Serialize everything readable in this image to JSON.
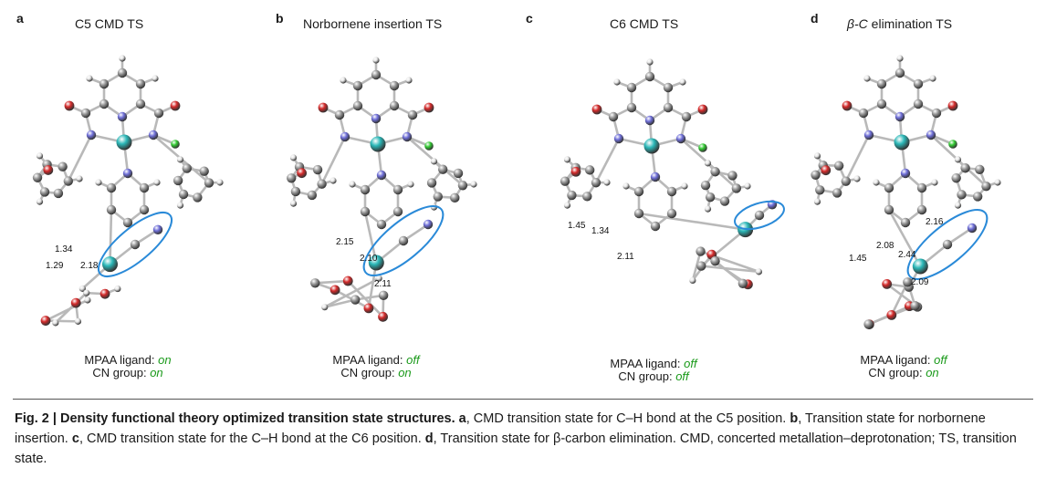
{
  "panels": [
    {
      "id": "a",
      "letter": "a",
      "title_prefix": "",
      "title_italic": "",
      "title": "C5 CMD TS",
      "distances": [
        "1.34",
        "1.29",
        "2.18"
      ],
      "ligand_label": "MPAA ligand: ",
      "ligand_value": "on",
      "cn_label": "CN group: ",
      "cn_value": "on"
    },
    {
      "id": "b",
      "letter": "b",
      "title_prefix": "",
      "title_italic": "",
      "title": "Norbornene insertion TS",
      "distances": [
        "2.15",
        "2.10",
        "2.11"
      ],
      "ligand_label": "MPAA ligand: ",
      "ligand_value": "off",
      "cn_label": "CN group: ",
      "cn_value": "on"
    },
    {
      "id": "c",
      "letter": "c",
      "title_prefix": "",
      "title_italic": "",
      "title": "C6 CMD TS",
      "distances": [
        "1.45",
        "1.34",
        "2.11"
      ],
      "ligand_label": "MPAA ligand: ",
      "ligand_value": "off",
      "cn_label": "CN group: ",
      "cn_value": "off"
    },
    {
      "id": "d",
      "letter": "d",
      "title_prefix": "",
      "title_italic": "β-C",
      "title": " elimination TS",
      "distances": [
        "2.16",
        "2.08",
        "2.44",
        "1.45",
        "2.09"
      ],
      "ligand_label": "MPAA ligand: ",
      "ligand_value": "off",
      "cn_label": "CN group: ",
      "cn_value": "on"
    }
  ],
  "colors": {
    "carbon": "#9a9a9a",
    "hydrogen": "#e6e6e6",
    "nitrogen": "#6f6fd8",
    "oxygen": "#d42a2a",
    "palladium": "#2ab7b7",
    "fluorine": "#33cc33",
    "highlight": "#2a8ad8",
    "value_green": "#1a9a1a"
  },
  "caption": {
    "fig_label": "Fig. 2 | Density functional theory optimized transition state structures.",
    "a_label": "a",
    "a_text": ", CMD transition state for C–H bond at the C5 position. ",
    "b_label": "b",
    "b_text": ", Transition state for norbornene insertion. ",
    "c_label": "c",
    "c_text": ", CMD transition state for the C–H bond at the C6 position. ",
    "d_label": "d",
    "d_text": ", Transition state for β-carbon elimination. CMD, concerted metallation–deprotonation; TS, transition state."
  }
}
